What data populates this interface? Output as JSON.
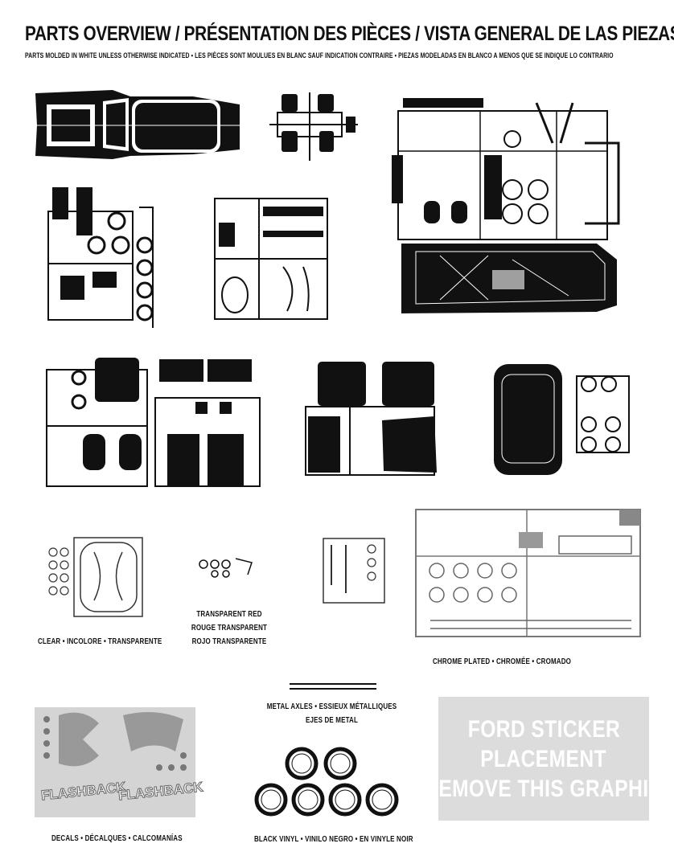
{
  "header": {
    "title": "PARTS OVERVIEW / PRÉSENTATION DES PIÈCES / VISTA GENERAL DE LAS PIEZAS",
    "subtitle": "PARTS MOLDED IN WHITE UNLESS OTHERWISE INDICATED • LES PIÈCES SONT MOULUES EN BLANC SAUF INDICATION CONTRAIRE • PIEZAS MODELADAS EN BLANCO A MENOS QUE SE INDIQUE LO CONTRARIO"
  },
  "captions": {
    "clear": "CLEAR • INCOLORE • TRANSPARENTE",
    "transparent_red": [
      "TRANSPARENT RED",
      "ROUGE TRANSPARENT",
      "ROJO TRANSPARENTE"
    ],
    "chrome": "CHROME PLATED • CHROMÉE • CROMADO",
    "metal_axles": [
      "METAL AXLES • ESSIEUX MÉTALLIQUES",
      "EJES DE METAL"
    ],
    "decals": "DECALS • DÉCALQUES • CALCOMANÍAS",
    "black_vinyl": "BLACK VINYL • VINILO NEGRO • EN VINYLE NOIR"
  },
  "decal_sheet": {
    "logo_text": [
      "FLASHBACK",
      "FLASHBACK"
    ]
  },
  "sticker_placeholder": {
    "lines": [
      "FORD STICKER",
      "PLACEMENT",
      "(REMOVE THIS GRAPHIC)"
    ]
  }
}
